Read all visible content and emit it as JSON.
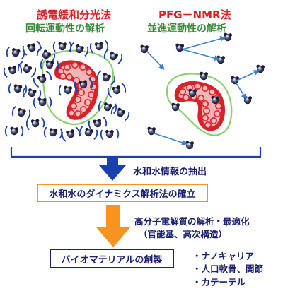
{
  "left_panel": {
    "title": "誘電緩和分光法",
    "subtitle": "回転運動性の解析"
  },
  "right_panel": {
    "title": "PFG－NMR法",
    "subtitle": "並進運動性の解析"
  },
  "step1": {
    "label": "水和水情報の抽出"
  },
  "box1": {
    "label": "水和水のダイナミクス解析法の確立"
  },
  "step2": {
    "line1": "高分子電解質の解析・最適化",
    "line2": "（官能基、高次構造）"
  },
  "box2": {
    "label": "バイオマテリアルの創製"
  },
  "applications": [
    "・ナノキャリア",
    "・人口軟骨、関節",
    "・カテーテル"
  ],
  "colors": {
    "title_red": "#d8222a",
    "subtitle_green": "#3b8a3a",
    "navy": "#1c2170",
    "arrow_blue": "#1a3fae",
    "arrow_orange": "#f7931e",
    "box1_border": "#f7931e",
    "box2_border": "#1c2170",
    "polymer_red": "#d8222a",
    "polymer_fill": "#f0a0a0",
    "shell_green": "#8ccf6e",
    "molecule_dark": "#1b1d2e",
    "molecule_light": "#9aa4c4"
  }
}
